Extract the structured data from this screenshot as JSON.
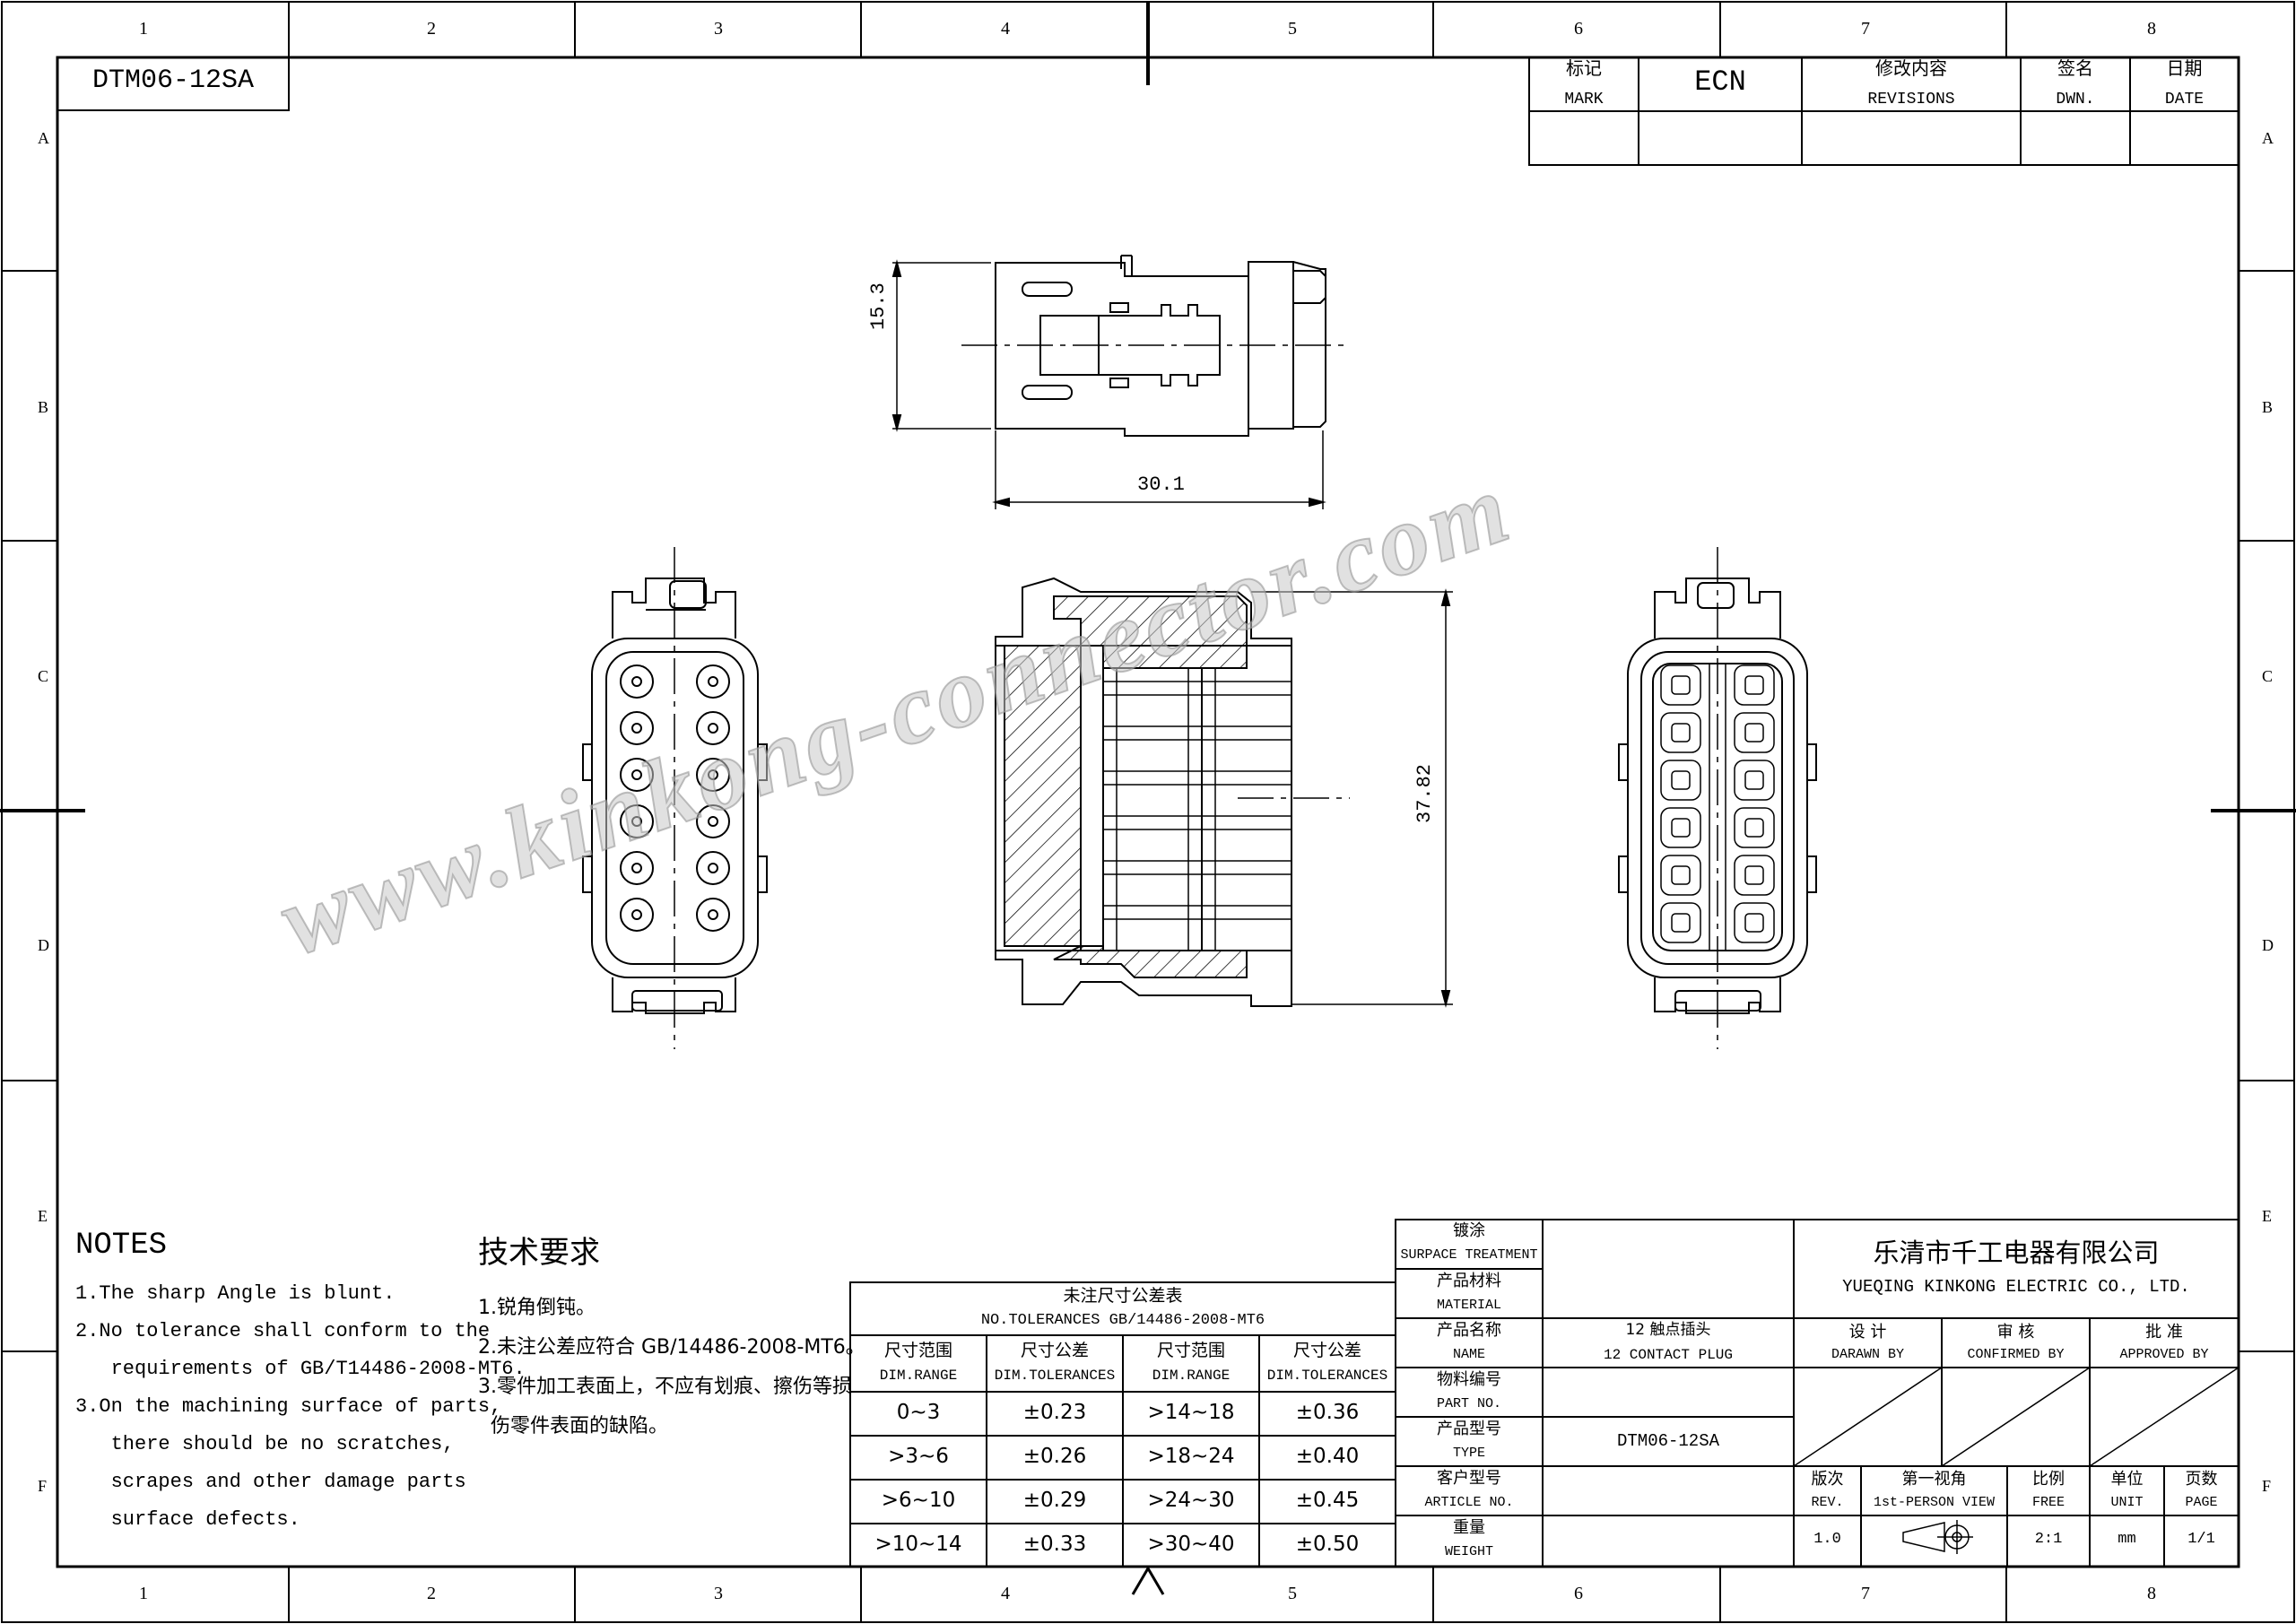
{
  "frame": {
    "top_numbers": [
      "1",
      "2",
      "3",
      "4",
      "5",
      "6",
      "7",
      "8"
    ],
    "bottom_numbers": [
      "1",
      "2",
      "3",
      "4",
      "5",
      "6",
      "7",
      "8"
    ],
    "left_letters": [
      "A",
      "B",
      "C",
      "D",
      "E",
      "F"
    ],
    "right_letters": [
      "A",
      "B",
      "C",
      "D",
      "E",
      "F"
    ]
  },
  "drawing_id": "DTM06-12SA",
  "revisions": {
    "mark_cn": "标记",
    "mark_en": "MARK",
    "ecn": "ECN",
    "rev_cn": "修改内容",
    "rev_en": "REVISIONS",
    "dwn_cn": "签名",
    "dwn_en": "DWN.",
    "date_cn": "日期",
    "date_en": "DATE"
  },
  "dimensions": {
    "height_top": "15.3",
    "width_top": "30.1",
    "height_side": "37.82"
  },
  "watermark": "www.kinkong-connector.com",
  "notes": {
    "title": "NOTES",
    "items": [
      "1.The sharp Angle is blunt.",
      "2.No tolerance shall conform to the",
      "   requirements of GB/T14486-2008-MT6.",
      "3.On the machining surface of parts,",
      "   there should be no scratches,",
      "   scrapes and other damage parts",
      "   surface defects."
    ]
  },
  "tech": {
    "title": "技术要求",
    "items": [
      "1.锐角倒钝。",
      "2.未注公差应符合 GB/14486-2008-MT6。",
      "3.零件加工表面上，不应有划痕、擦伤等损",
      "  伤零件表面的缺陷。"
    ]
  },
  "tolerance": {
    "title_cn": "未注尺寸公差表",
    "title_en": "NO.TOLERANCES GB/14486-2008-MT6",
    "headers": [
      {
        "cn": "尺寸范围",
        "en": "DIM.RANGE"
      },
      {
        "cn": "尺寸公差",
        "en": "DIM.TOLERANCES"
      },
      {
        "cn": "尺寸范围",
        "en": "DIM.RANGE"
      },
      {
        "cn": "尺寸公差",
        "en": "DIM.TOLERANCES"
      }
    ],
    "rows": [
      [
        "0~3",
        "±0.23",
        ">14~18",
        "±0.36"
      ],
      [
        ">3~6",
        "±0.26",
        ">18~24",
        "±0.40"
      ],
      [
        ">6~10",
        "±0.29",
        ">24~30",
        "±0.45"
      ],
      [
        ">10~14",
        "±0.33",
        ">30~40",
        "±0.50"
      ]
    ]
  },
  "title_block": {
    "surface_cn": "镀涂",
    "surface_en": "SURPACE TREATMENT",
    "material_cn": "产品材料",
    "material_en": "MATERIAL",
    "name_cn": "产品名称",
    "name_en": "NAME",
    "name_value_cn": "12 触点插头",
    "name_value_en": "12 CONTACT PLUG",
    "partno_cn": "物料编号",
    "partno_en": "PART NO.",
    "type_cn": "产品型号",
    "type_en": "TYPE",
    "type_value": "DTM06-12SA",
    "article_cn": "客户型号",
    "article_en": "ARTICLE NO.",
    "weight_cn": "重量",
    "weight_en": "WEIGHT",
    "company_cn": "乐清市千工电器有限公司",
    "company_en": "YUEQING KINKONG ELECTRIC CO., LTD.",
    "design_cn": "设 计",
    "design_en": "DARAWN BY",
    "check_cn": "审 核",
    "check_en": "CONFIRMED BY",
    "approve_cn": "批 准",
    "approve_en": "APPROVED BY",
    "rev_cn": "版次",
    "rev_en": "REV.",
    "rev_value": "1.0",
    "view_cn": "第一视角",
    "view_en": "1st-PERSON VIEW",
    "scale_cn": "比例",
    "scale_en": "FREE",
    "scale_value": "2:1",
    "unit_cn": "单位",
    "unit_en": "UNIT",
    "unit_value": "mm",
    "page_cn": "页数",
    "page_en": "PAGE",
    "page_value": "1/1"
  }
}
